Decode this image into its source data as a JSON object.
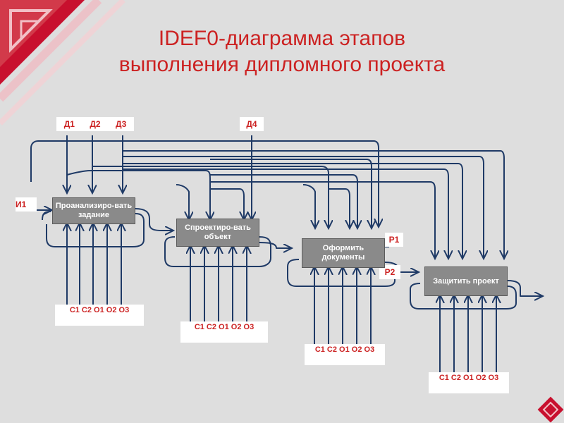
{
  "title": {
    "line1": "IDEF0-диаграмма этапов",
    "line2": "выполнения дипломного проекта"
  },
  "colors": {
    "title": "#cc2222",
    "lines": "#1f3a66",
    "box_fill": "#8a8a8a",
    "background": "#dedede",
    "logo_red": "#c8102e"
  },
  "inputs": {
    "d1": "Д1",
    "d2": "Д2",
    "d3": "Д3",
    "d4": "Д4",
    "i1": "И1"
  },
  "outputs": {
    "r1": "Р1",
    "r2": "Р2"
  },
  "blocks": [
    {
      "label": "Проанализиро-вать задание"
    },
    {
      "label": "Спроектиро-вать объект"
    },
    {
      "label": "Оформить документы"
    },
    {
      "label": "Защитить проект"
    }
  ],
  "mechanisms": [
    {
      "label": "С1 С2 О1 О2 О3"
    },
    {
      "label": "С1 С2 О1 О2 О3"
    },
    {
      "label": "С1 С2 О1 О2 О3"
    },
    {
      "label": "С1 С2 О1 О2 О3"
    }
  ]
}
